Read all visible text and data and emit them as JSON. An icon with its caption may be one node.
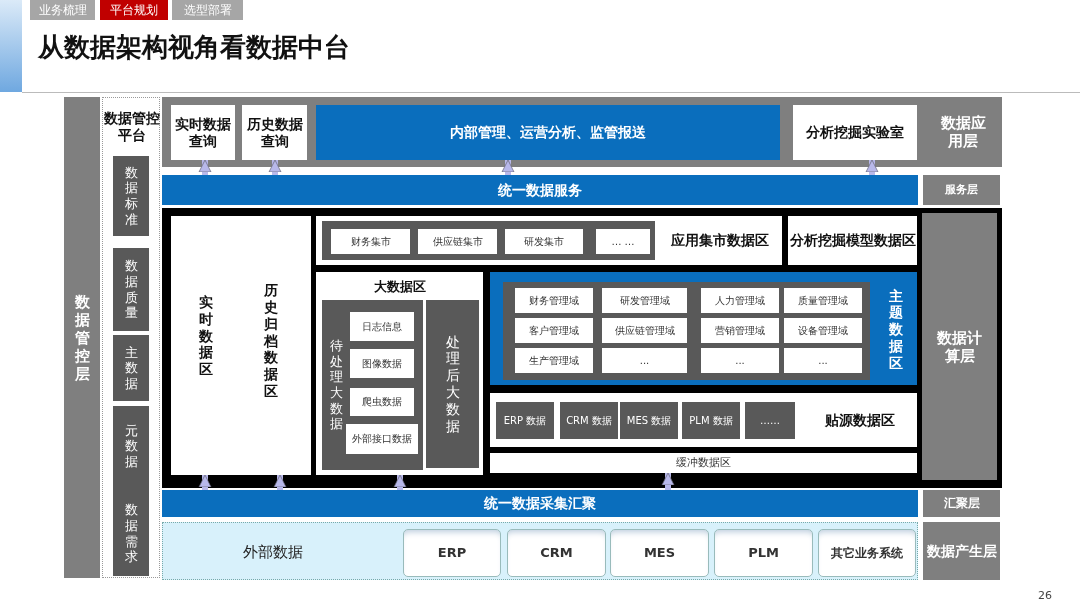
{
  "diagram": {
    "title": "从数据架构视角看数据中台",
    "nodes": [
      {
        "text": [
          "数据管控层"
        ]
      },
      {
        "text": [
          "数据管控平台"
        ]
      },
      {
        "text": [
          "数据标准"
        ],
        "in": 1
      },
      {
        "text": [
          "数据质量"
        ],
        "in": 1
      },
      {
        "text": [
          "主数据"
        ],
        "in": 1
      },
      {
        "text": [
          "元数据",
          "数据需求"
        ],
        "in": 1
      },
      {
        "text": [
          "数据应用层"
        ]
      },
      {
        "text": [
          "实时数据查询"
        ],
        "in": 6
      },
      {
        "text": [
          "历史数据查询"
        ],
        "in": 6
      },
      {
        "text": [
          "内部管理、运营分析、监管报送"
        ],
        "in": 6
      },
      {
        "text": [
          "分析挖掘实验室"
        ],
        "in": 6
      },
      {
        "text": [
          "统一数据服务"
        ]
      },
      {
        "text": [
          "服务层"
        ]
      },
      {
        "text": [
          "数据计算层"
        ]
      },
      {
        "text": [
          "实时数据区",
          "历史归档数据区"
        ],
        "in": 13
      },
      {
        "text": [
          "应用集市数据区"
        ],
        "in": 13
      },
      {
        "text": [
          "财务集市"
        ],
        "in": 15
      },
      {
        "text": [
          "供应链集市"
        ],
        "in": 15
      },
      {
        "text": [
          "研发集市"
        ],
        "in": 15
      },
      {
        "text": [
          "… …"
        ],
        "in": 15
      },
      {
        "text": [
          "分析挖掘模型数据区"
        ],
        "in": 13
      },
      {
        "text": [
          "大数据区"
        ],
        "in": 13
      },
      {
        "text": [
          "待处理大数据"
        ],
        "in": 21
      },
      {
        "text": [
          "日志信息"
        ],
        "in": 22
      },
      {
        "text": [
          "图像数据"
        ],
        "in": 22
      },
      {
        "text": [
          "爬虫数据"
        ],
        "in": 22
      },
      {
        "text": [
          "外部接口数据"
        ],
        "in": 22
      },
      {
        "text": [
          "处理后大数据"
        ],
        "in": 21
      },
      {
        "text": [
          "主题数据区"
        ],
        "in": 13
      },
      {
        "text": [
          "财务管理域"
        ],
        "in": 28
      },
      {
        "text": [
          "研发管理域"
        ],
        "in": 28
      },
      {
        "text": [
          "人力管理域"
        ],
        "in": 28
      },
      {
        "text": [
          "质量管理域"
        ],
        "in": 28
      },
      {
        "text": [
          "客户管理域"
        ],
        "in": 28
      },
      {
        "text": [
          "供应链管理域"
        ],
        "in": 28
      },
      {
        "text": [
          "营销管理域"
        ],
        "in": 28
      },
      {
        "text": [
          "设备管理域"
        ],
        "in": 28
      },
      {
        "text": [
          "生产管理域"
        ],
        "in": 28
      },
      {
        "text": [
          "..."
        ],
        "in": 28
      },
      {
        "text": [
          "..."
        ],
        "in": 28
      },
      {
        "text": [
          "..."
        ],
        "in": 28
      },
      {
        "text": [
          "贴源数据区"
        ],
        "in": 13
      },
      {
        "text": [
          "ERP 数据"
        ],
        "in": 41
      },
      {
        "text": [
          "CRM 数据"
        ],
        "in": 41
      },
      {
        "text": [
          "MES 数据"
        ],
        "in": 41
      },
      {
        "text": [
          "PLM 数据"
        ],
        "in": 41
      },
      {
        "text": [
          "……"
        ],
        "in": 41
      },
      {
        "text": [
          "缓冲数据区"
        ],
        "in": 13
      },
      {
        "text": [
          "统一数据采集汇聚"
        ]
      },
      {
        "text": [
          "汇聚层"
        ]
      },
      {
        "text": [
          "外部数据"
        ]
      },
      {
        "text": [
          "ERP"
        ],
        "in": 50
      },
      {
        "text": [
          "CRM"
        ],
        "in": 50
      },
      {
        "text": [
          "MES"
        ],
        "in": 50
      },
      {
        "text": [
          "PLM"
        ],
        "in": 50
      },
      {
        "text": [
          "其它业务系统"
        ],
        "in": 50
      },
      {
        "text": [
          "数据产生层"
        ]
      }
    ],
    "edges": [
      {
        "from": 11,
        "to": 7,
        "arrow": "to"
      },
      {
        "from": 11,
        "to": 8,
        "arrow": "to"
      },
      {
        "from": 11,
        "to": 9,
        "arrow": "to"
      },
      {
        "from": 11,
        "to": 10,
        "arrow": "to"
      },
      {
        "from": 48,
        "to": 14,
        "arrow": "to"
      },
      {
        "from": 48,
        "to": 14,
        "arrow": "to"
      },
      {
        "from": 48,
        "to": 21,
        "arrow": "to"
      },
      {
        "from": 48,
        "to": 47,
        "arrow": "to"
      }
    ],
    "labels": [
      "业务梳理",
      "平台规划",
      "选型部署",
      "26"
    ]
  }
}
